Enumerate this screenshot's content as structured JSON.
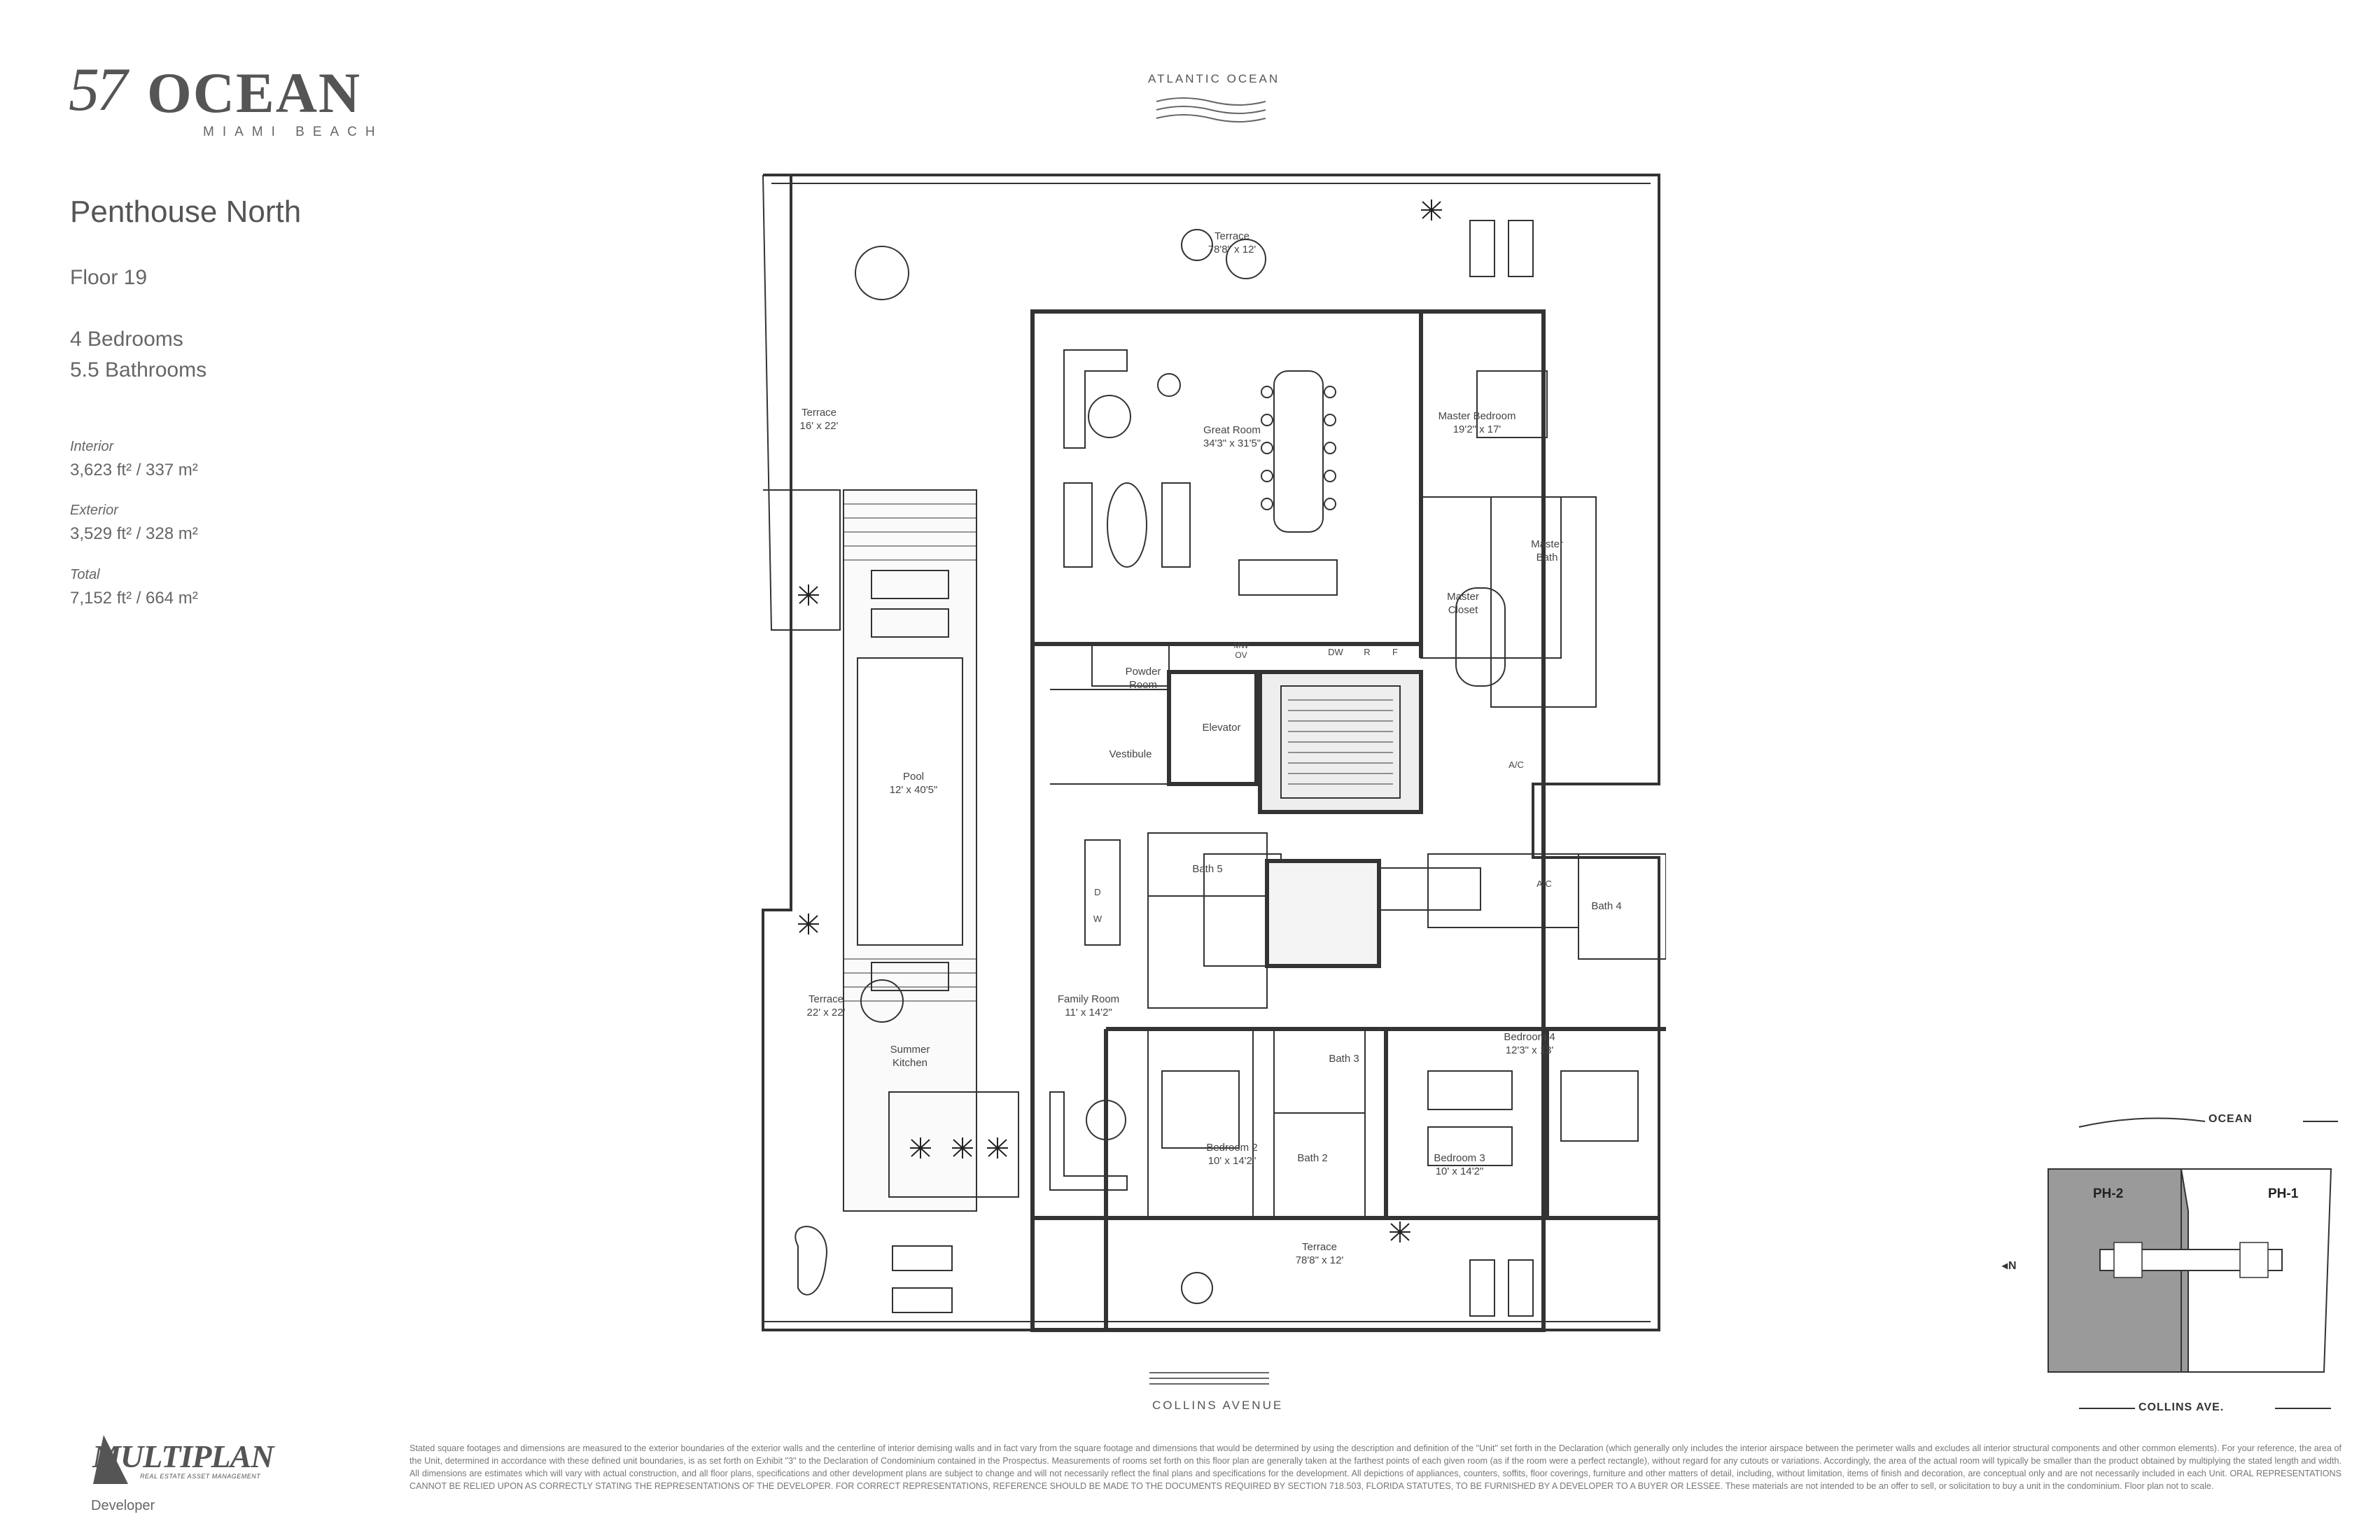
{
  "brand": {
    "number": "57",
    "name": "OCEAN",
    "location": "MIAMI BEACH"
  },
  "unit": {
    "title": "Penthouse North",
    "floor": "Floor 19",
    "bedrooms": "4 Bedrooms",
    "bathrooms": "5.5 Bathrooms"
  },
  "areas": [
    {
      "label": "Interior",
      "value": "3,623 ft² / 337 m²"
    },
    {
      "label": "Exterior",
      "value": "3,529 ft² / 328 m²"
    },
    {
      "label": "Total",
      "value": "7,152 ft² / 664 m²"
    }
  ],
  "compass": {
    "top": "ATLANTIC OCEAN",
    "bottom": "COLLINS AVENUE"
  },
  "rooms": {
    "terrace_top": [
      "Terrace",
      "78'8\" x 12'"
    ],
    "terrace_nw": [
      "Terrace",
      "16' x 22'"
    ],
    "great_room": [
      "Great Room",
      "34'3\" x 31'5\""
    ],
    "master_bedroom": [
      "Master Bedroom",
      "19'2\" x 17'"
    ],
    "master_bath": [
      "Master",
      "Bath"
    ],
    "master_closet": [
      "Master",
      "Closet"
    ],
    "powder": [
      "Powder",
      "Room"
    ],
    "elevator": [
      "Elevator"
    ],
    "vestibule": [
      "Vestibule"
    ],
    "pool": [
      "Pool",
      "12' x 40'5\""
    ],
    "bath5": [
      "Bath 5"
    ],
    "bath4": [
      "Bath 4"
    ],
    "family_room": [
      "Family Room",
      "11' x 14'2\""
    ],
    "terrace_sw": [
      "Terrace",
      "22' x 22'"
    ],
    "summer_kitchen": [
      "Summer",
      "Kitchen"
    ],
    "bath3": [
      "Bath 3"
    ],
    "bedroom4": [
      "Bedroom 4",
      "12'3\" x 13'"
    ],
    "bedroom2": [
      "Bedroom 2",
      "10' x 14'2\""
    ],
    "bath2": [
      "Bath 2"
    ],
    "bedroom3": [
      "Bedroom 3",
      "10' x 14'2\""
    ],
    "terrace_bottom": [
      "Terrace",
      "78'8\" x 12'"
    ]
  },
  "appliances": {
    "mw": "MW",
    "ov": "OV",
    "dw": "DW",
    "r": "R",
    "f": "F",
    "d": "D",
    "w": "W",
    "ac1": "A/C",
    "ac2": "A/C"
  },
  "key_plan": {
    "top": "OCEAN",
    "bottom": "COLLINS AVE.",
    "north": "N",
    "unit_left": "PH-2",
    "unit_right": "PH-1",
    "highlight_color": "#9a9a9a"
  },
  "developer": {
    "logo": "MULTIPLAN",
    "logo_sub": "REAL ESTATE ASSET MANAGEMENT",
    "label": "Developer"
  },
  "disclaimer": "Stated square footages and dimensions are measured to the exterior boundaries of the exterior walls and the centerline of interior demising walls and in fact vary from the square footage and dimensions that would be determined by using the description and definition of the \"Unit\" set forth in the Declaration (which generally only includes the interior airspace between the perimeter walls and excludes all interior structural components and other common elements). For your reference, the area of the Unit, determined in accordance with these defined unit boundaries, is as set forth on Exhibit \"3\" to the Declaration of Condominium contained in the Prospectus. Measurements of rooms set forth on this floor plan are generally taken at the farthest points of each given room (as if the room were a perfect rectangle), without regard for any cutouts or variations. Accordingly, the area of the actual room will typically be smaller than the product obtained by multiplying the stated length and width. All dimensions are estimates which will vary with actual construction, and all floor plans, specifications and other development plans are subject to change and will not necessarily reflect the final plans and specifications for the development. All depictions of appliances, counters, soffits, floor coverings, furniture and other matters of detail, including, without limitation, items of finish and decoration, are conceptual only and are not necessarily included in each Unit. ORAL REPRESENTATIONS CANNOT BE RELIED UPON AS CORRECTLY STATING THE REPRESENTATIONS OF THE DEVELOPER. FOR CORRECT REPRESENTATIONS, REFERENCE SHOULD BE MADE TO THE DOCUMENTS REQUIRED BY SECTION 718.503, FLORIDA STATUTES, TO BE FURNISHED BY A DEVELOPER TO A BUYER OR LESSEE. These materials are not intended to be an offer to sell, or solicitation to buy a unit in the condominium. Floor plan not to scale."
}
